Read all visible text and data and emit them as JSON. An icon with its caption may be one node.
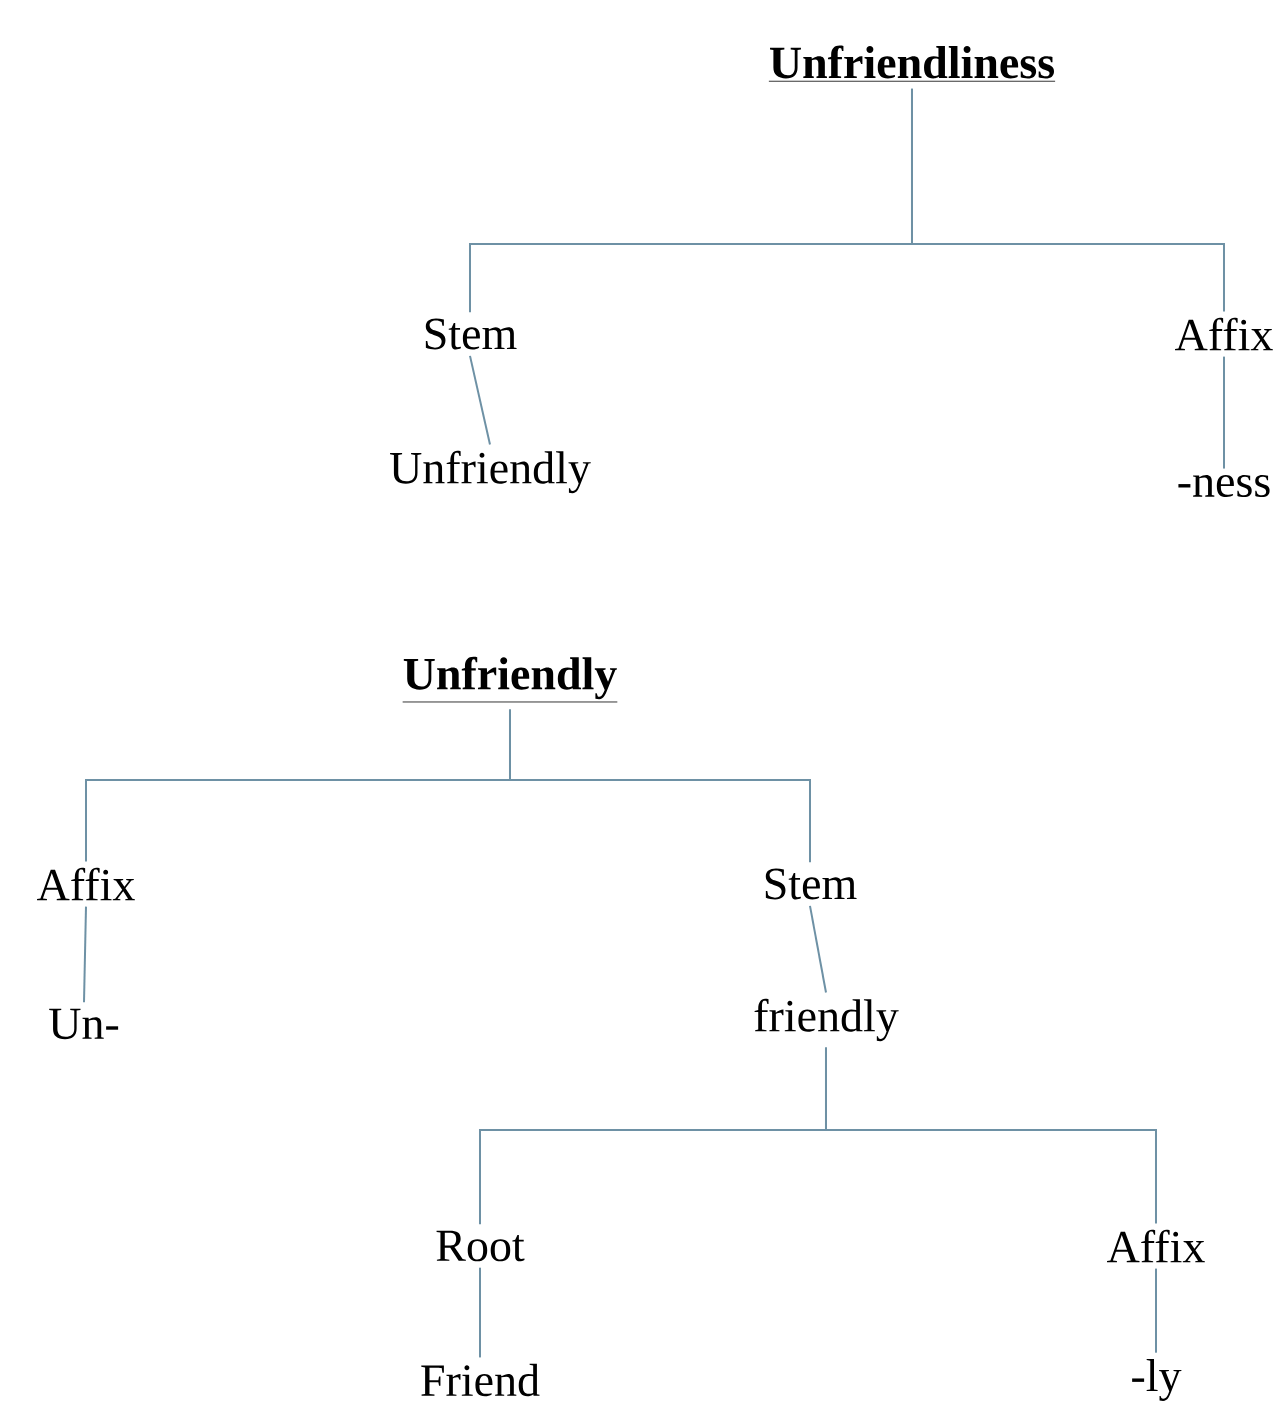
{
  "diagram": {
    "nodes": [
      {
        "text": [
          "Unfriendliness"
        ]
      },
      {
        "text": [
          "Stem"
        ]
      },
      {
        "text": [
          "Affix"
        ]
      },
      {
        "text": [
          "Unfriendly"
        ]
      },
      {
        "text": [
          "-ness"
        ]
      },
      {
        "text": [
          "Unfriendly"
        ]
      },
      {
        "text": [
          "Affix"
        ]
      },
      {
        "text": [
          "Stem"
        ]
      },
      {
        "text": [
          "Un-"
        ]
      },
      {
        "text": [
          "friendly"
        ]
      },
      {
        "text": [
          "Root"
        ]
      },
      {
        "text": [
          "Affix"
        ]
      },
      {
        "text": [
          "Friend"
        ]
      },
      {
        "text": [
          "-ly"
        ]
      }
    ],
    "edges": [
      {
        "from": 0,
        "to": 1,
        "arrow": "none"
      },
      {
        "from": 0,
        "to": 2,
        "arrow": "none"
      },
      {
        "from": 1,
        "to": 3,
        "arrow": "none"
      },
      {
        "from": 2,
        "to": 4,
        "arrow": "none"
      },
      {
        "from": 5,
        "to": 6,
        "arrow": "none"
      },
      {
        "from": 5,
        "to": 7,
        "arrow": "none"
      },
      {
        "from": 6,
        "to": 8,
        "arrow": "none"
      },
      {
        "from": 7,
        "to": 9,
        "arrow": "none"
      },
      {
        "from": 9,
        "to": 10,
        "arrow": "none"
      },
      {
        "from": 9,
        "to": 11,
        "arrow": "none"
      },
      {
        "from": 10,
        "to": 12,
        "arrow": "none"
      },
      {
        "from": 11,
        "to": 13,
        "arrow": "none"
      }
    ]
  }
}
